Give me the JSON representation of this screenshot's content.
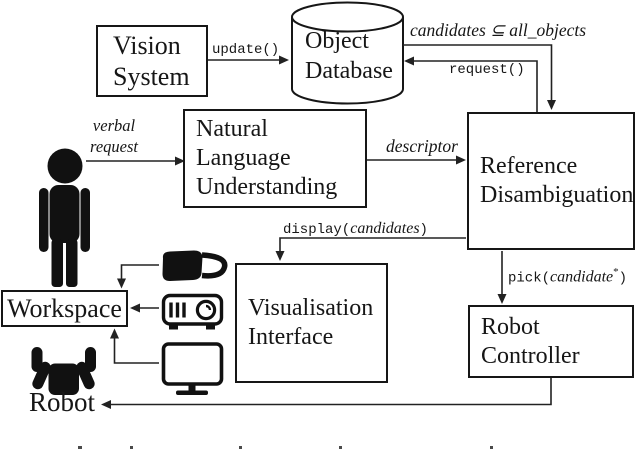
{
  "diagram_title": "Human-robot verbal request / reference disambiguation system architecture",
  "colors": {
    "ink": "#161616",
    "background": "#ffffff"
  },
  "boxes": {
    "vision_system": {
      "line1": "Vision",
      "line2": "System"
    },
    "object_database": {
      "line1": "Object",
      "line2": "Database"
    },
    "nlu": {
      "line1": "Natural",
      "line2": "Language",
      "line3": "Understanding"
    },
    "reference_disambiguation": {
      "line1": "Reference",
      "line2": "Disambiguation"
    },
    "visualisation_interface": {
      "line1": "Visualisation",
      "line2": "Interface"
    },
    "robot_controller": {
      "line1": "Robot",
      "line2": "Controller"
    },
    "workspace": {
      "label": "Workspace"
    }
  },
  "labels": {
    "update": "update()",
    "candidates_subset": "candidates ⊆ all_objects",
    "request": "request()",
    "verbal_line1": "verbal",
    "verbal_line2": "request",
    "descriptor": "descriptor",
    "display_fn": "display(",
    "display_arg": "candidates",
    "display_close": ")",
    "pick_fn": "pick(",
    "pick_arg": "candidate",
    "pick_star": "*",
    "pick_close": ")",
    "robot": "Robot"
  },
  "icons": {
    "person": "human-user-icon",
    "vr_headset": "vr-headset-icon",
    "projector": "projector-icon",
    "monitor": "monitor-icon",
    "robot_gripper": "robot-gripper-icon"
  }
}
